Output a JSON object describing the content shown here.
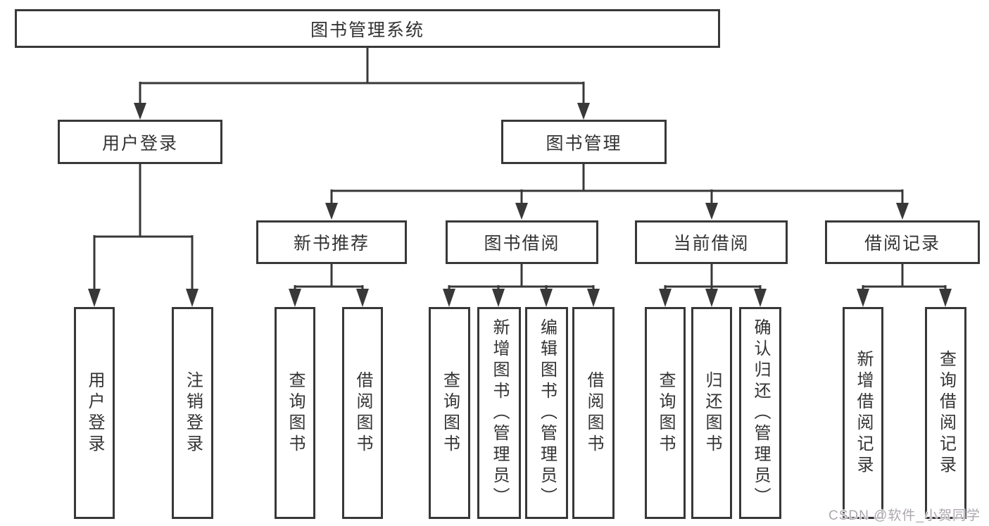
{
  "diagram": {
    "title": "图书管理系统",
    "level2": {
      "user_login": "用户登录",
      "book_management": "图书管理"
    },
    "level3": {
      "new_book": "新书推荐",
      "book_borrow": "图书借阅",
      "current_borrow": "当前借阅",
      "borrow_record": "借阅记录"
    },
    "leaves": {
      "user_login": [
        "用户登录",
        "注销登录"
      ],
      "new_book": [
        "查询图书",
        "借阅图书"
      ],
      "book_borrow": [
        "查询图书",
        "新增图书（管理员）",
        "编辑图书（管理员）",
        "借阅图书"
      ],
      "current_borrow": [
        "查询图书",
        "归还图书",
        "确认归还（管理员）"
      ],
      "borrow_record": [
        "新增借阅记录",
        "查询借阅记录"
      ]
    },
    "watermark": "CSDN @软件_小贺同学",
    "colors": {
      "line": "#383838",
      "text": "#333333",
      "box_background": "#ffffff",
      "watermark": "#aca7ae"
    }
  }
}
